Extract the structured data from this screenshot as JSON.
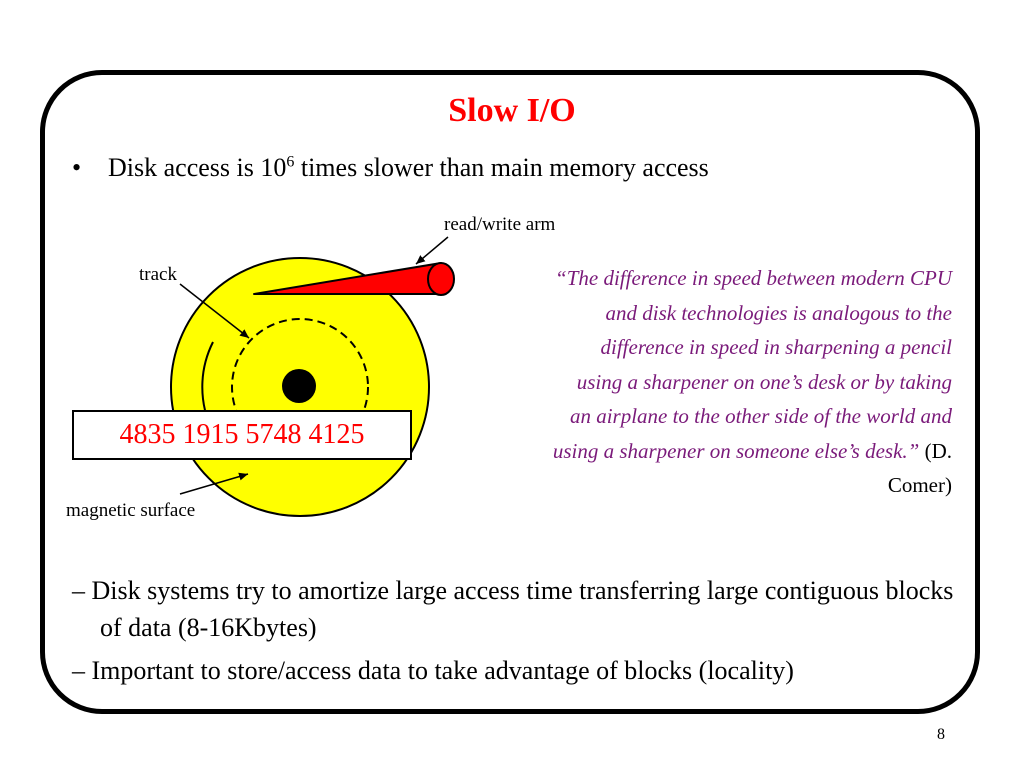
{
  "slide": {
    "title": "Slow I/O",
    "page_number": "8",
    "bullet": {
      "marker": "•",
      "text_before": "Disk access is 10",
      "superscript": "6",
      "text_after": " times slower than main memory access"
    },
    "sub_bullets": [
      "– Disk systems try to amortize large access time transferring large contiguous blocks of data (8-16Kbytes)",
      "– Important to store/access data to take advantage of blocks (locality)"
    ],
    "diagram": {
      "labels": {
        "arm": "read/write arm",
        "track": "track",
        "surface": "magnetic surface"
      },
      "card_number": "4835 1915 5748 4125"
    },
    "quote": {
      "text": "“The difference in speed between modern CPU and disk technologies is  analogous to the difference in speed in sharpening a pencil using a sharpener on one’s desk or by taking an airplane to the other side of the world and using a sharpener on someone else’s desk.”",
      "attribution": " (D. Comer)"
    }
  },
  "colors": {
    "title": "#ff0000",
    "quote": "#7a1a7a",
    "disk": "#ffff00",
    "arm": "#ff0000",
    "card_text": "#ff0000"
  }
}
